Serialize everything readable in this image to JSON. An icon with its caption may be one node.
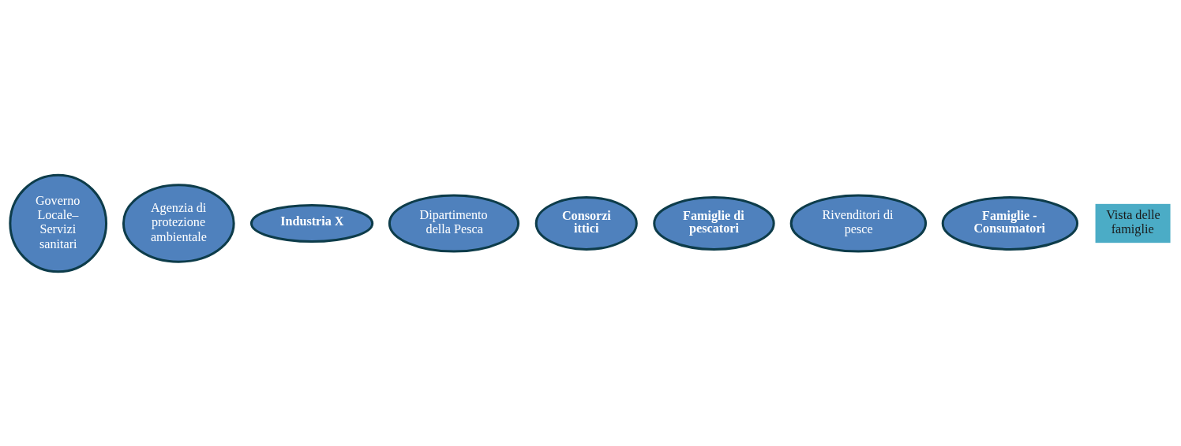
{
  "diagram": {
    "nodes": [
      {
        "text": [
          "Governo Locale– Servizi sanitari"
        ]
      },
      {
        "text": [
          "Agenzia di protezione ambientale"
        ]
      },
      {
        "text": [
          "Industria X"
        ]
      },
      {
        "text": [
          "Dipartimento della Pesca"
        ]
      },
      {
        "text": [
          "Consorzi ittici"
        ]
      },
      {
        "text": [
          "Famiglie di pescatori"
        ]
      },
      {
        "text": [
          "Rivenditori di pesce"
        ]
      },
      {
        "text": [
          "Famiglie - Consumatori"
        ]
      },
      {
        "text": [
          "Vista delle famiglie"
        ]
      }
    ],
    "edges": []
  }
}
